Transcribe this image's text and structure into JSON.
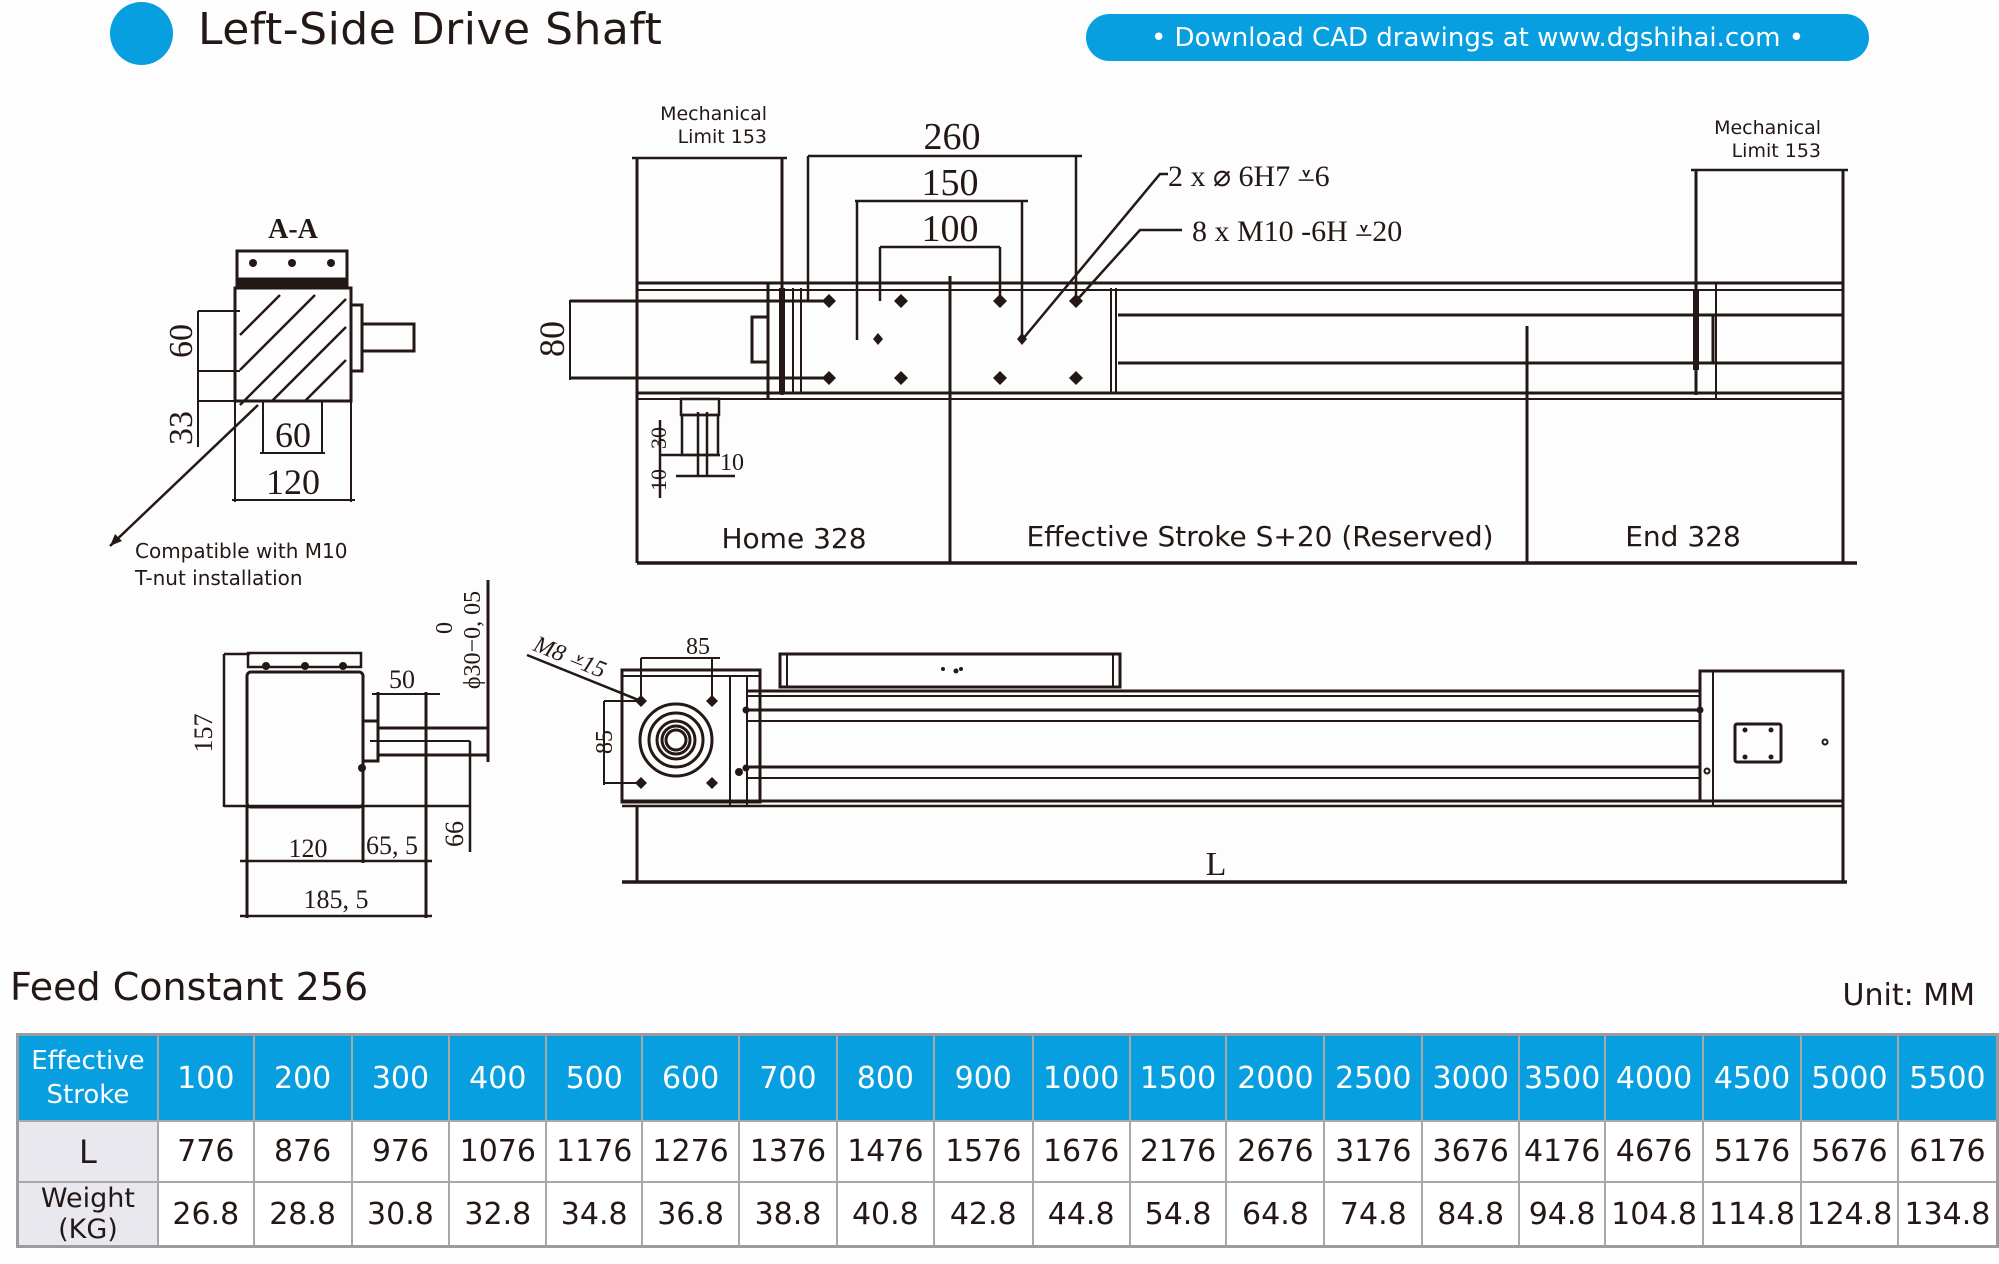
{
  "header": {
    "title": "Left-Side Drive Shaft",
    "banner": "• Download CAD drawings at www.dgshihai.com •",
    "accent_color": "#079fe0"
  },
  "drawing": {
    "section_label": "A-A",
    "section_view": {
      "dim_60_vertical": "60",
      "dim_33": "33",
      "dim_60_horizontal": "60",
      "dim_120": "120",
      "note_line1": "Compatible with M10",
      "note_line2": "T-nut installation"
    },
    "top_view": {
      "mech_limit_left_line1": "Mechanical",
      "mech_limit_left_line2": "Limit 153",
      "mech_limit_right_line1": "Mechanical",
      "mech_limit_right_line2": "Limit 153",
      "dim_260": "260",
      "dim_150": "150",
      "dim_100": "100",
      "callout_pin_holes": "2 x ⌀ 6H7  ⩡6",
      "callout_threaded_holes": "8 x M10 -6H ⩡20",
      "dim_80": "80",
      "dim_30": "30",
      "dim_10_vertical": "10",
      "dim_10_horizontal": "10",
      "home": "Home 328",
      "effective_stroke": "Effective Stroke S+20 (Reserved)",
      "end": "End 328"
    },
    "end_view": {
      "dim_157": "157",
      "dim_50": "50",
      "shaft_tolerance_top": "0",
      "shaft_tolerance": "ϕ30−0, 05",
      "dim_66": "66",
      "dim_120": "120",
      "dim_65_5": "65, 5",
      "dim_185_5": "185, 5"
    },
    "side_view": {
      "callout_motor_holes": "M8  ⩡15",
      "dim_85_horizontal": "85",
      "dim_85_vertical": "85",
      "dim_L": "L"
    }
  },
  "spec": {
    "title": "Feed Constant 256",
    "unit": "Unit: MM",
    "row_headers": {
      "stroke": "Effective Stroke",
      "length": "L",
      "weight": "Weight (KG)"
    },
    "strokes": [
      "100",
      "200",
      "300",
      "400",
      "500",
      "600",
      "700",
      "800",
      "900",
      "1000",
      "1500",
      "2000",
      "2500",
      "3000",
      "3500",
      "4000",
      "4500",
      "5000",
      "5500"
    ],
    "lengths": [
      "776",
      "876",
      "976",
      "1076",
      "1176",
      "1276",
      "1376",
      "1476",
      "1576",
      "1676",
      "2176",
      "2676",
      "3176",
      "3676",
      "4176",
      "4676",
      "5176",
      "5676",
      "6176"
    ],
    "weights": [
      "26.8",
      "28.8",
      "30.8",
      "32.8",
      "34.8",
      "36.8",
      "38.8",
      "40.8",
      "42.8",
      "44.8",
      "54.8",
      "64.8",
      "74.8",
      "84.8",
      "94.8",
      "104.8",
      "114.8",
      "124.8",
      "134.8"
    ]
  }
}
